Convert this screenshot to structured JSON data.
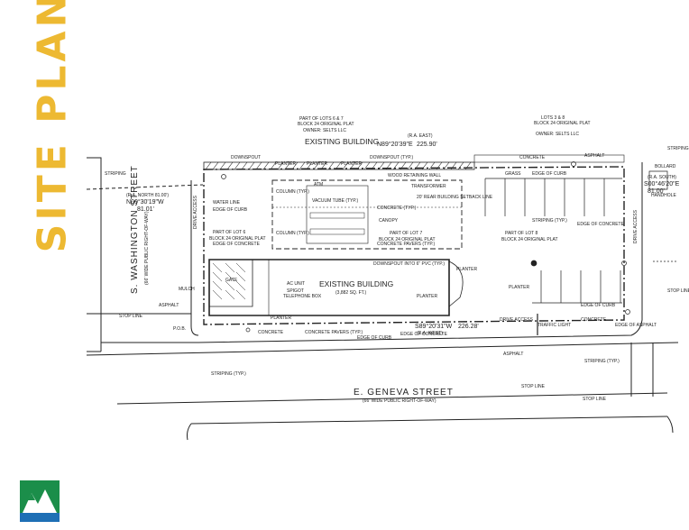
{
  "title": "SITE PLAN",
  "colors": {
    "title": "#EDB932",
    "logo_green": "#1B8E4A",
    "logo_blue": "#1E6FB5",
    "line": "#222222"
  },
  "logo": {
    "name": "mountain-logo-icon"
  },
  "plan": {
    "streets": {
      "west": "S. WASHINGTON STREET",
      "west_row": "(66' WIDE PUBLIC RIGHT-OF-WAY)",
      "south": "E. GENEVA STREET",
      "south_row": "(66' WIDE PUBLIC RIGHT-OF-WAY)"
    },
    "buildings": {
      "north": "EXISTING BUILDING",
      "main": "EXISTING BUILDING",
      "main_area": "(3,882 SQ. FT.)"
    },
    "lots": {
      "lot6_l1": "PART OF LOT 6",
      "lot6_l2": "BLOCK 24 ORIGINAL PLAT",
      "lot7_l1": "PART OF LOT 7",
      "lot7_l2": "BLOCK 24 ORIGINAL PLAT",
      "lot8_l1": "PART OF LOT 8",
      "lot8_l2": "BLOCK 24 ORIGINAL PLAT",
      "north_l1": "PART OF LOTS 6 & 7",
      "north_l2": "BLOCK 24 ORIGINAL PLAT",
      "north_owner": "OWNER: SELTS LLC",
      "ne_l1": "LOTS 3 & 8",
      "ne_l2": "BLOCK 24 ORIGINAL PLAT",
      "ne_owner": "OWNER: SELTS LLC"
    },
    "bearings": {
      "north_ref": "(R.A. EAST)",
      "north": "N89°20'39\"E",
      "north_dist": "225.90'",
      "west_ref": "(R.A. NORTH 81.00')",
      "west": "N00°30'19\"W",
      "west_dist": "81.01'",
      "south": "S89°20'31\"W",
      "south_dist": "226.28'",
      "south_ref": "(R.A. WEST)",
      "east_ref": "(R.A. SOUTH)",
      "east": "S00°46'20\"E",
      "east_dist": "81.00'"
    },
    "notes": {
      "concrete": "CONCRETE",
      "asphalt": "ASPHALT",
      "planter": "PLANTER",
      "grass": "GRASS",
      "striping": "STRIPING",
      "striping_typ": "STRIPING (TYP.)",
      "edge_curb": "EDGE OF CURB",
      "edge_conc": "EDGE OF CONCRETE",
      "edge_asph": "EDGE OF ASPHALT",
      "conc_pavers": "CONCRETE PAVERS (TYP.)",
      "conc_typ": "CONCRETE (TYP.)",
      "stop_line": "STOP LINE",
      "canopy": "CANOPY",
      "column": "COLUMN (TYP.)",
      "vacuum": "VACUUM TUBE (TYP.)",
      "atm": "ATM",
      "setback": "20' REAR BUILDING SETBACK LINE",
      "drive_access": "DRIVE ACCESS",
      "downspout": "DOWNSPOUT",
      "downspout_typ": "DOWNSPOUT (TYP.)",
      "downspout_pvc": "DOWNSPOUT INTO 6\" PVC (TYP.)",
      "telephone_box": "TELEPHONE BOX",
      "water_line": "WATER LINE",
      "mulch": "MULCH",
      "gate": "GATE",
      "ac_unit": "AC UNIT",
      "spigot": "SPIGOT",
      "transformer": "TRANSFORMER",
      "wood_wall": "WOOD RETAINING WALL",
      "bollard": "BOLLARD",
      "handhole": "HANDHOLE",
      "traffic_light": "TRAFFIC LIGHT",
      "pob": "P.O.B."
    }
  }
}
